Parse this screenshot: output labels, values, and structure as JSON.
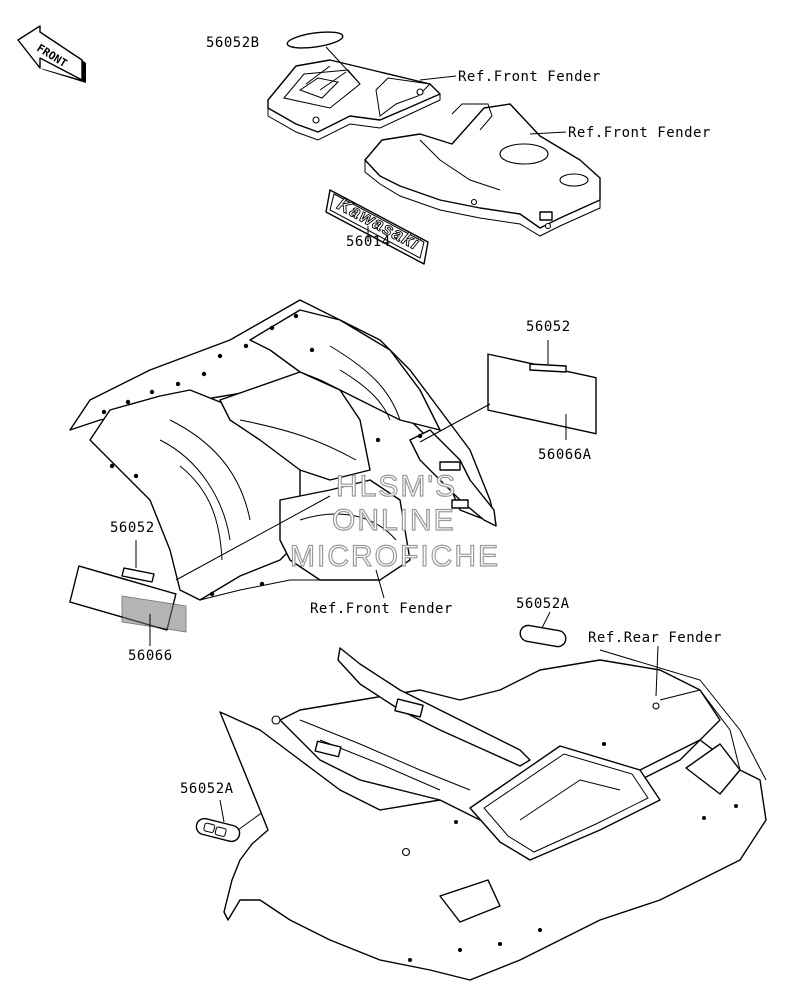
{
  "front_arrow": {
    "label": "FRONT",
    "icon": "front-direction-arrow-icon"
  },
  "labels": {
    "p56052b": "56052B",
    "ref_front_fender_1": "Ref.Front Fender",
    "ref_front_fender_2": "Ref.Front Fender",
    "p56014": "56014",
    "p56052_right": "56052",
    "p56066a": "56066A",
    "p56052_left": "56052",
    "p56066": "56066",
    "ref_front_fender_3": "Ref.Front Fender",
    "p56052a_top": "56052A",
    "ref_rear_fender": "Ref.Rear Fender",
    "p56052a_left": "56052A"
  },
  "decal_text": "Kawasaki",
  "watermark": [
    "HLSM'S",
    "ONLINE",
    "MICROFICHE"
  ]
}
